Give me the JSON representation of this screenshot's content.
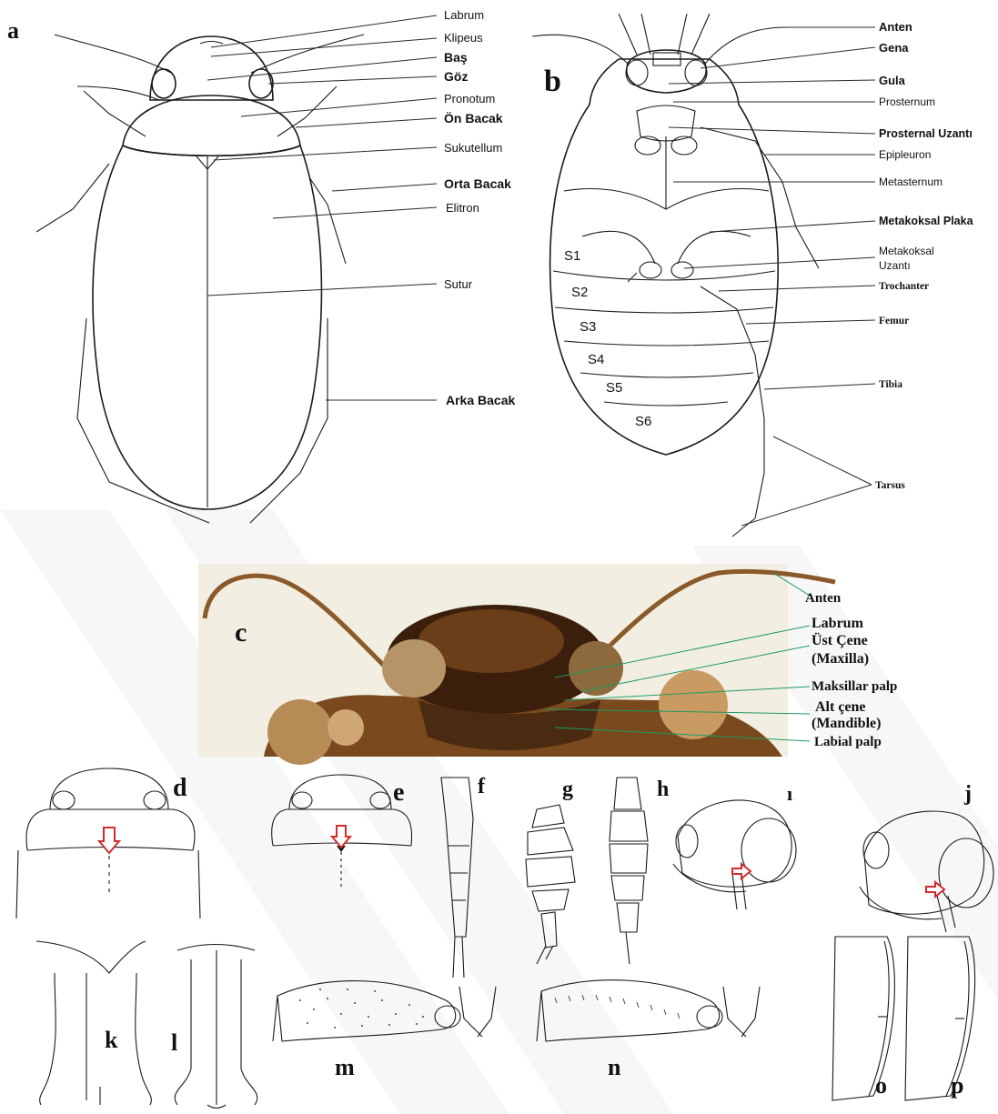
{
  "panels": {
    "a": "a",
    "b": "b",
    "c": "c",
    "d": "d",
    "e": "e",
    "f": "f",
    "g": "g",
    "h": "h",
    "i": "ı",
    "j": "j",
    "k": "k",
    "l": "l",
    "m": "m",
    "n": "n",
    "o": "o",
    "p": "p"
  },
  "dorsal_labels": [
    "Labrum",
    "Klipeus",
    "Baş",
    "Göz",
    "Pronotum",
    "Ön Bacak",
    "Sukutellum",
    "Orta Bacak",
    "Elitron",
    "Sutur",
    "Arka Bacak"
  ],
  "ventral_labels": [
    "Anten",
    "Gena",
    "Gula",
    "Prosternum",
    "Prosternal Uzantı",
    "Epipleuron",
    "Metasternum",
    "Metakoksal Plaka",
    "Metakoksal",
    "Uzantı",
    "Trochanter",
    "Femur",
    "Tibia",
    "Tarsus"
  ],
  "sternites": [
    "S1",
    "S2",
    "S3",
    "S4",
    "S5",
    "S6"
  ],
  "head_labels": [
    "Anten",
    "Labrum",
    "Üst Çene",
    "(Maxilla)",
    "Maksillar palp",
    "Alt çene",
    "(Mandible)",
    "Labial palp"
  ],
  "colors": {
    "leader_green": "#1f9a63",
    "arrow_red": "#d22b2b",
    "photo_bg": "#f3eee2",
    "beetle_brown": "#6b3d18"
  }
}
